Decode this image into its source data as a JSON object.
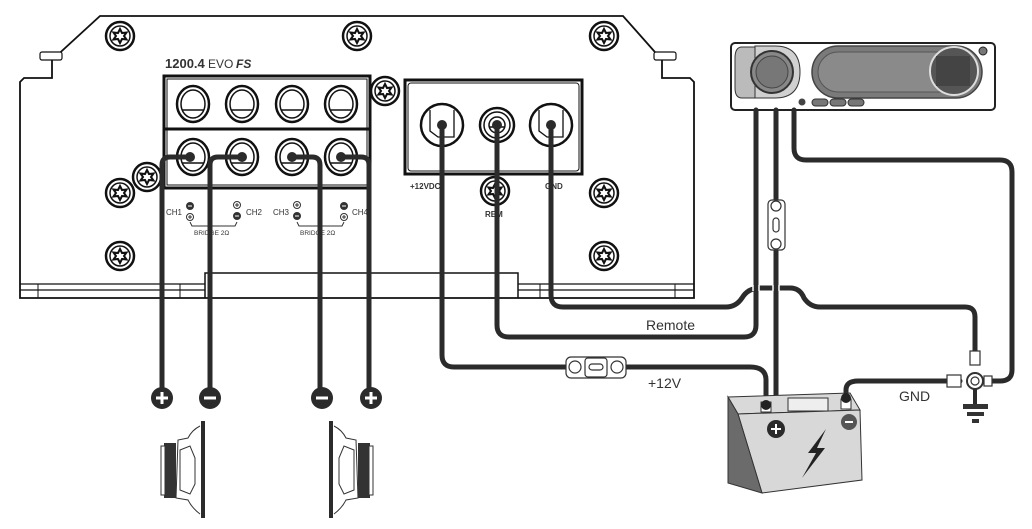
{
  "amplifier": {
    "model_number": "1200.4",
    "model_suffix": "EVO",
    "model_brand": "FS",
    "channel_labels": [
      "CH1",
      "CH2",
      "CH3",
      "CH4"
    ],
    "bridge_labels": [
      "BRIDGE 2Ω",
      "BRIDGE 2Ω"
    ],
    "power_terminal_labels": [
      "+12VDC",
      "REM",
      "GND"
    ]
  },
  "wires": {
    "remote_label": "Remote",
    "power_label": "+12V",
    "ground_label": "GND"
  },
  "speakers": {
    "left": {
      "terminals": [
        "+",
        "−"
      ]
    },
    "right": {
      "terminals": [
        "−",
        "+"
      ]
    }
  },
  "battery": {
    "positive_symbol": "+",
    "negative_symbol": "−"
  },
  "colors": {
    "wire": "#2b2b2b",
    "outline": "#1a1a1a",
    "battery_body": "#6b6b6b",
    "battery_top": "#d9d9d9",
    "head_unit_display": "#6e6e6e"
  }
}
